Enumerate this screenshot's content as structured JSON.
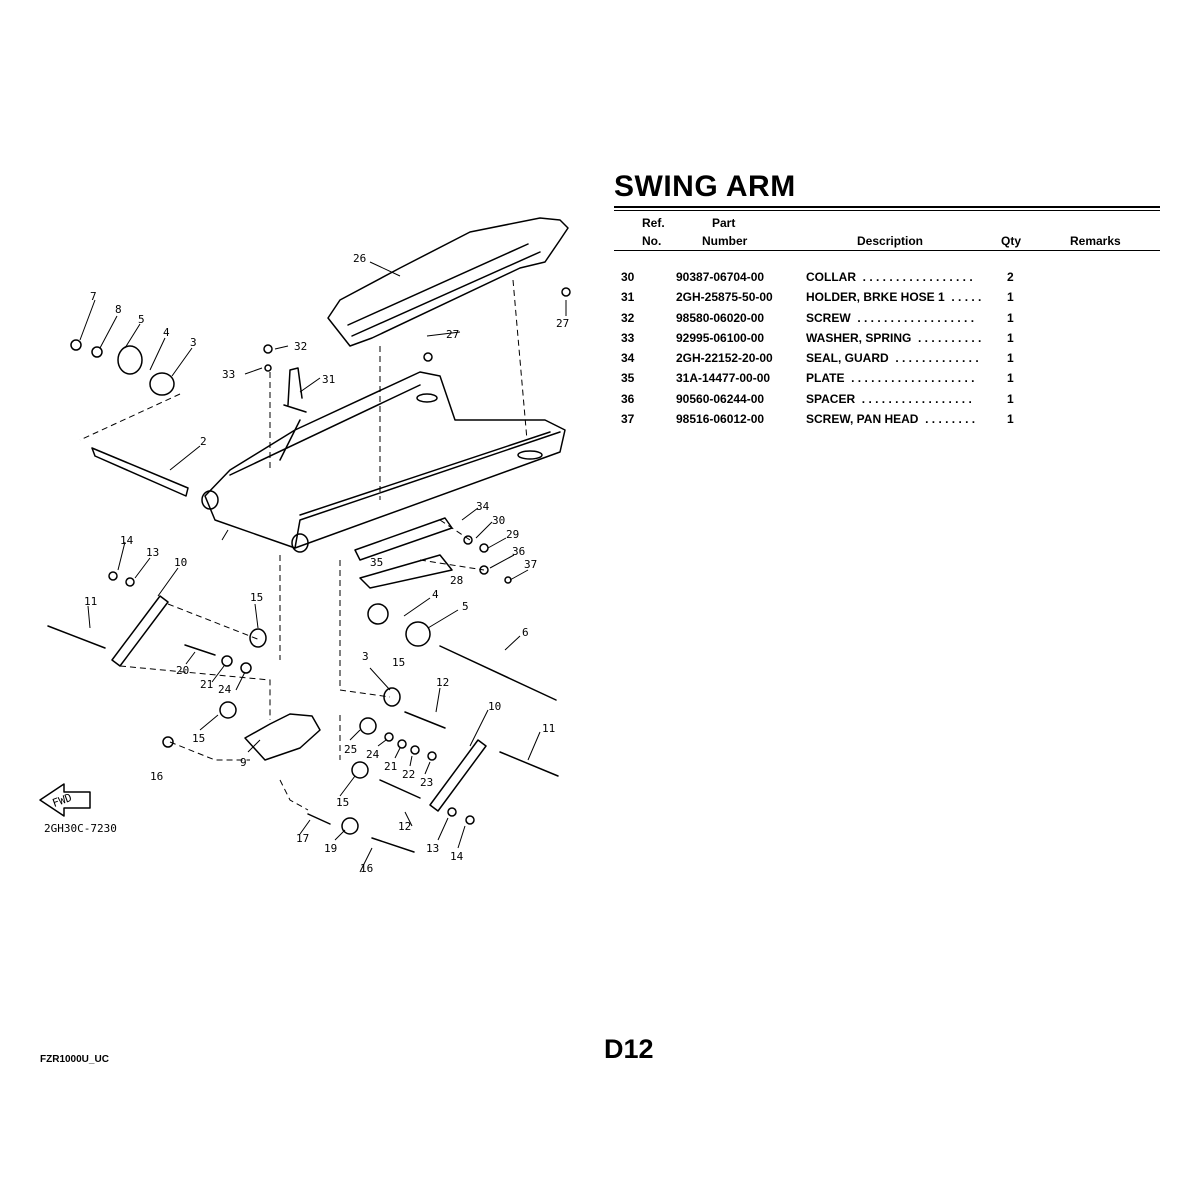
{
  "page": {
    "title": "SWING ARM",
    "model_code": "FZR1000U_UC",
    "page_number": "D12",
    "diagram_code": "2GH30C-7230",
    "fwd_label": "FWD"
  },
  "table": {
    "headers": {
      "ref_line1": "Ref.",
      "ref_line2": "No.",
      "part_line1": "Part",
      "part_line2": "Number",
      "description": "Description",
      "qty": "Qty",
      "remarks": "Remarks"
    },
    "rows": [
      {
        "ref": "30",
        "part": "90387-06704-00",
        "desc": "COLLAR  . . . . . . . . . . . . . . . . .",
        "qty": "2"
      },
      {
        "ref": "31",
        "part": "2GH-25875-50-00",
        "desc": "HOLDER, BRKE HOSE 1  . . . . .",
        "qty": "1"
      },
      {
        "ref": "32",
        "part": "98580-06020-00",
        "desc": "SCREW  . . . . . . . . . . . . . . . . . .",
        "qty": "1"
      },
      {
        "ref": "33",
        "part": "92995-06100-00",
        "desc": "WASHER, SPRING  . . . . . . . . . .",
        "qty": "1"
      },
      {
        "ref": "34",
        "part": "2GH-22152-20-00",
        "desc": "SEAL, GUARD  . . . . . . . . . . . . .",
        "qty": "1"
      },
      {
        "ref": "35",
        "part": "31A-14477-00-00",
        "desc": "PLATE  . . . . . . . . . . . . . . . . . . .",
        "qty": "1"
      },
      {
        "ref": "36",
        "part": "90560-06244-00",
        "desc": "SPACER  . . . . . . . . . . . . . . . . .",
        "qty": "1"
      },
      {
        "ref": "37",
        "part": "98516-06012-00",
        "desc": "SCREW, PAN HEAD  . . . . . . . .",
        "qty": "1"
      }
    ]
  },
  "callouts": [
    "26",
    "27",
    "27",
    "7",
    "8",
    "5",
    "4",
    "3",
    "32",
    "33",
    "31",
    "2",
    "34",
    "30",
    "29",
    "36",
    "37",
    "35",
    "28",
    "14",
    "13",
    "10",
    "11",
    "15",
    "4",
    "5",
    "6",
    "3",
    "15",
    "12",
    "20",
    "21",
    "24",
    "10",
    "11",
    "15",
    "25",
    "24",
    "21",
    "22",
    "23",
    "16",
    "9",
    "15",
    "17",
    "19",
    "16",
    "12",
    "13",
    "14"
  ]
}
